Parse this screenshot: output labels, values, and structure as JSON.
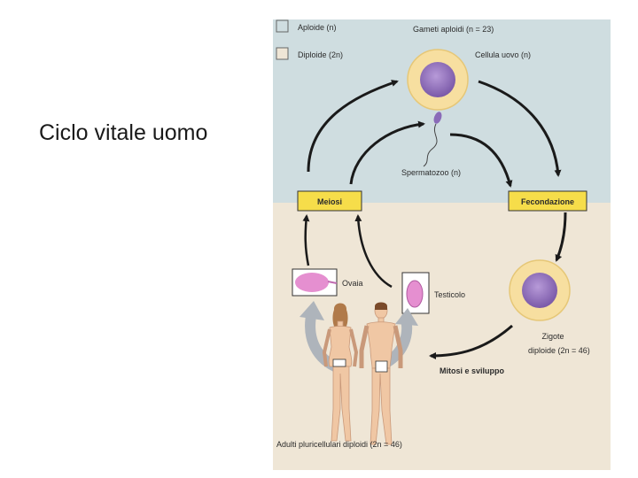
{
  "slide": {
    "title": "Ciclo vitale uomo"
  },
  "colors": {
    "haploid_bg": "#cfdde0",
    "diploid_bg": "#efe6d6",
    "stage_box": "#f6dd4a",
    "arrow": "#1a1a1a",
    "cell_ring": "#f7dfa0",
    "nucleus": "#8a6bb8"
  },
  "diagram": {
    "legend": {
      "haploid": "Aploide (n)",
      "diploid": "Diploide (2n)"
    },
    "top_title": "Gameti aploidi (n = 23)",
    "egg": "Cellula uovo (n)",
    "sperm": "Spermatozoo (n)",
    "meiosis": "Meiosi",
    "fertilization": "Fecondazione",
    "ovary": "Ovaia",
    "testis": "Testicolo",
    "zygote_line1": "Zigote",
    "zygote_line2": "diploide (2n = 46)",
    "mitosis": "Mitosi e sviluppo",
    "adults": "Adulti pluricellulari diploidi (2n = 46)"
  }
}
